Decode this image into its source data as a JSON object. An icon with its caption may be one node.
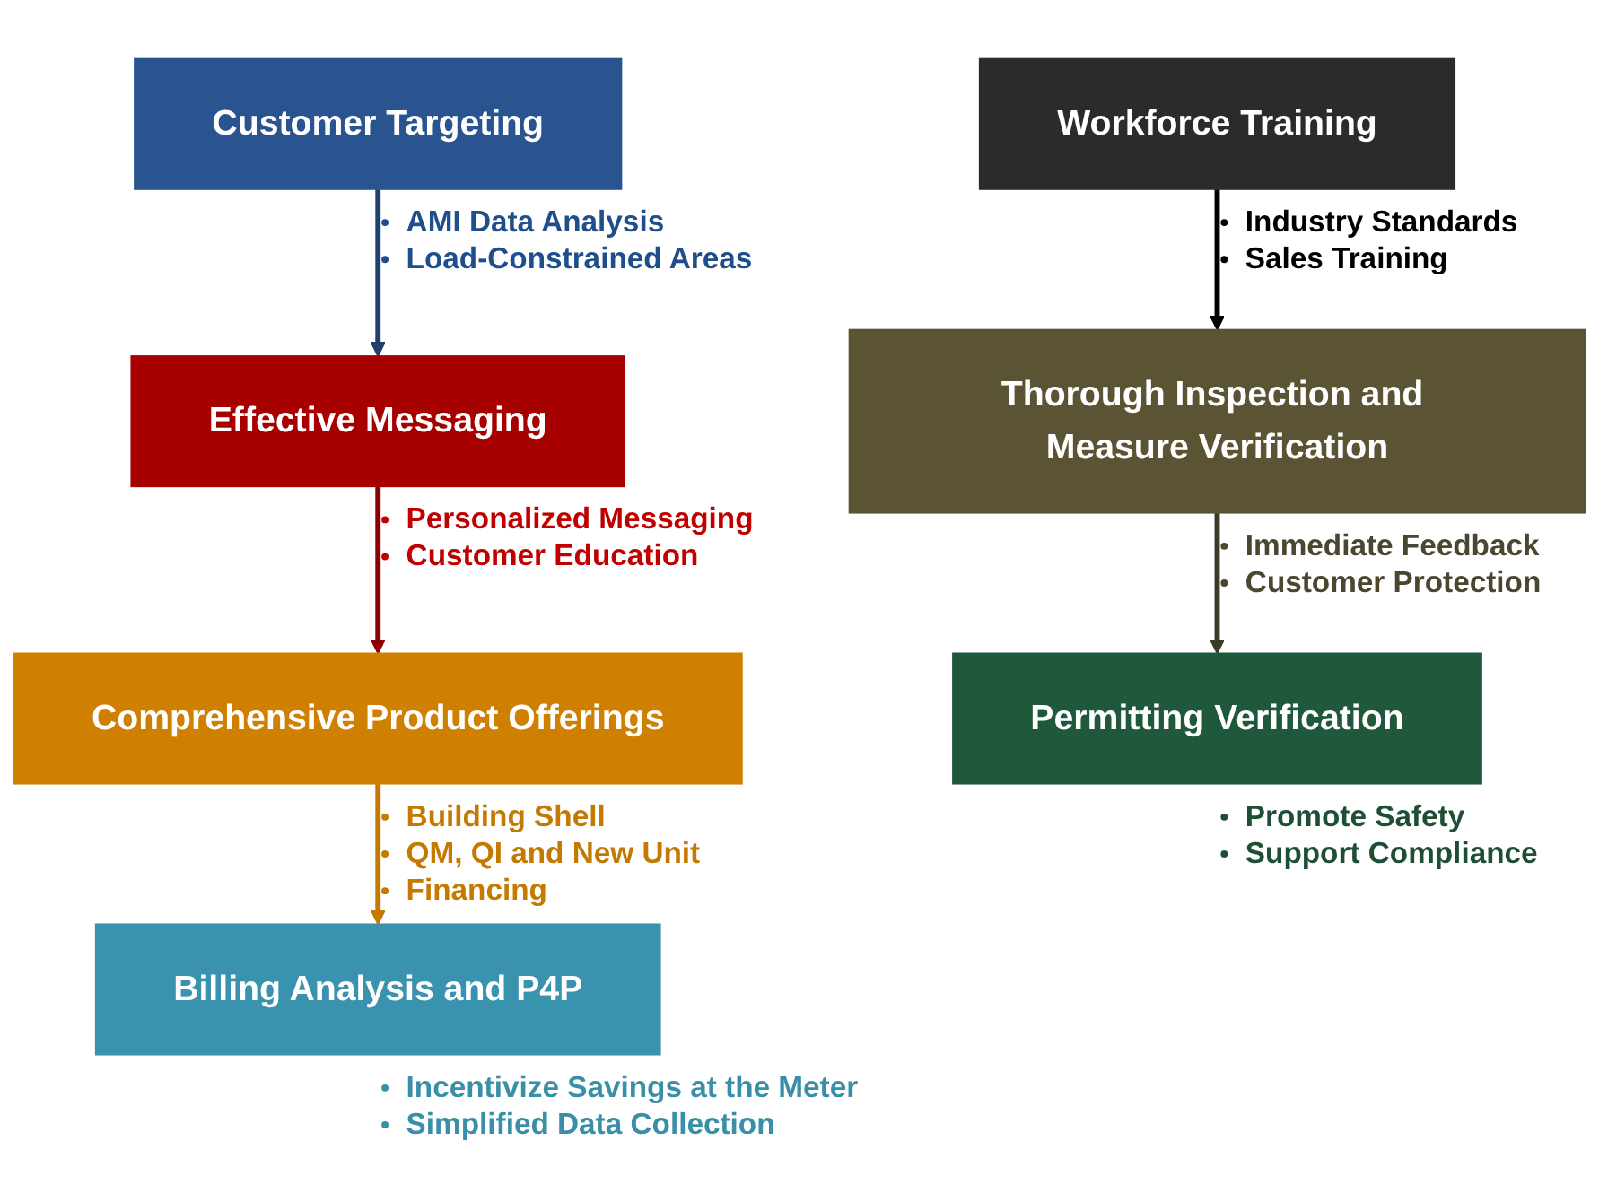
{
  "diagram": {
    "nodes": [
      {
        "text": [
          "Customer Targeting"
        ],
        "beside": [
          "AMI Data Analysis",
          "Load-Constrained Areas"
        ]
      },
      {
        "text": [
          "Workforce Training"
        ],
        "beside": [
          "Industry Standards",
          "Sales Training"
        ]
      },
      {
        "text": [
          "Effective Messaging"
        ],
        "beside": [
          "Personalized Messaging",
          "Customer Education"
        ]
      },
      {
        "text": [
          "Thorough Inspection and Measure Verification"
        ],
        "beside": [
          "Immediate Feedback",
          "Customer Protection"
        ]
      },
      {
        "text": [
          "Comprehensive Product Offerings"
        ],
        "beside": [
          "Building Shell",
          "QM, QI and New Unit",
          "Financing"
        ]
      },
      {
        "text": [
          "Permitting Verification"
        ],
        "beside": [
          "Promote Safety",
          "Support Compliance"
        ]
      },
      {
        "text": [
          "Billing Analysis and P4P"
        ],
        "beside": [
          "Incentivize Savings at the Meter",
          "Simplified Data Collection"
        ]
      }
    ],
    "edges": [
      {
        "from": 0,
        "to": 2,
        "arrow": "to",
        "color": "#1f3f6e"
      },
      {
        "from": 1,
        "to": 3,
        "arrow": "to",
        "color": "#000000"
      },
      {
        "from": 2,
        "to": 4,
        "arrow": "to",
        "color": "#8b0000"
      },
      {
        "from": 3,
        "to": 5,
        "arrow": "to",
        "color": "#3c3a24"
      },
      {
        "from": 4,
        "to": 6,
        "arrow": "to",
        "color": "#c47a00"
      }
    ]
  }
}
